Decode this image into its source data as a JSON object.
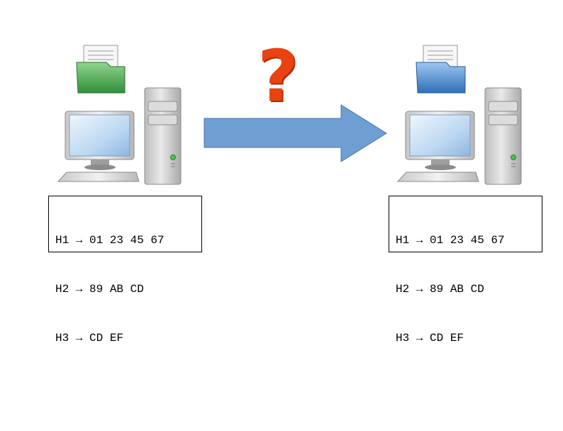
{
  "left_computer": {
    "folder_color": "#4fae4f",
    "hash_lines": [
      "H1 → 01 23 45 67",
      "H2 → 89 AB CD",
      "H3 → CD EF"
    ]
  },
  "right_computer": {
    "folder_color": "#4a8fd8",
    "hash_lines": [
      "H1 → 01 23 45 67",
      "H2 → 89 AB CD",
      "H3 → CD EF"
    ]
  },
  "transfer": {
    "arrow_color": "#6f9ed2",
    "question_mark": "?",
    "question_color": "#e84310"
  }
}
